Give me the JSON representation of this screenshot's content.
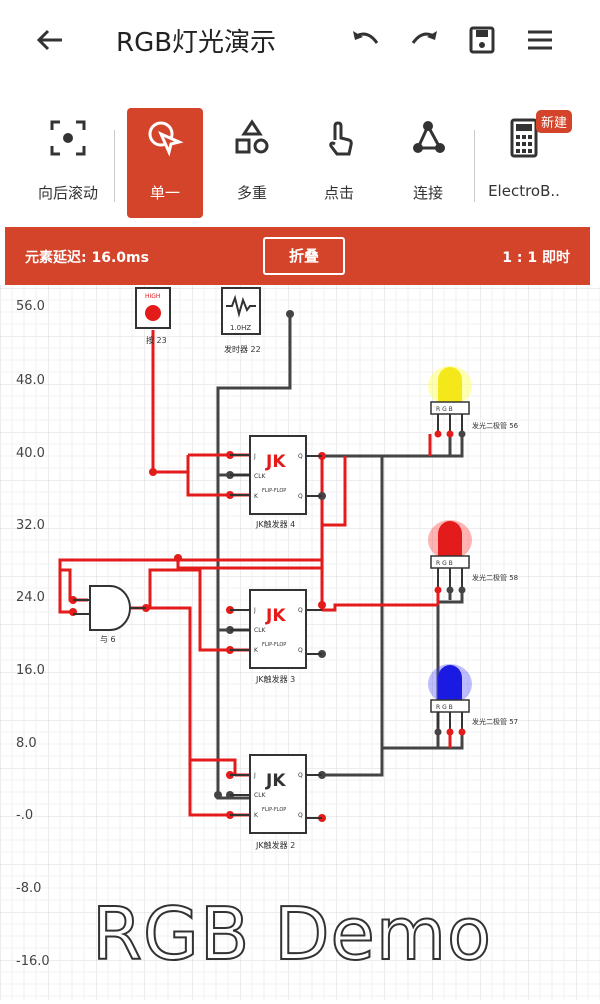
{
  "app": {
    "title": "RGB灯光演示"
  },
  "toolbar": {
    "tools": [
      {
        "label": "向后滚动"
      },
      {
        "label": "单一"
      },
      {
        "label": "多重"
      },
      {
        "label": "点击"
      },
      {
        "label": "连接"
      },
      {
        "label": "ElectroB.."
      }
    ],
    "new_badge": "新建"
  },
  "status": {
    "delay": "元素延迟: 16.0ms",
    "fold": "折叠",
    "speed": "1 : 1 即时"
  },
  "canvas": {
    "y_axis": [
      "56.0",
      "48.0",
      "40.0",
      "32.0",
      "24.0",
      "16.0",
      "8.0",
      "-.0",
      "-8.0",
      "-16.0"
    ],
    "components": {
      "button_title": "HIGH",
      "button_label": "按 23",
      "clock_freq": "1.0HZ",
      "clock_label": "发时器 22",
      "jk_title": "JK",
      "jk_sub": "FLIP-FLOP",
      "jk_top_label": "JK触发器 4",
      "jk_mid_label": "JK触发器 3",
      "jk_bot_label": "JK触发器 2",
      "and_label": "与 6",
      "led_top_label": "发光二极管 56",
      "led_mid_label": "发光二极管 58",
      "led_bot_label": "发光二极管 57",
      "rgb": "R G B",
      "pin_j": "J",
      "pin_clk": "CLK",
      "pin_k": "K",
      "pin_q": "Q",
      "pin_qn": "Q"
    },
    "demo_text": "RGB Demo"
  },
  "colors": {
    "accent": "#d4442b",
    "wire_on": "#e31b1b",
    "wire_off": "#444444"
  }
}
